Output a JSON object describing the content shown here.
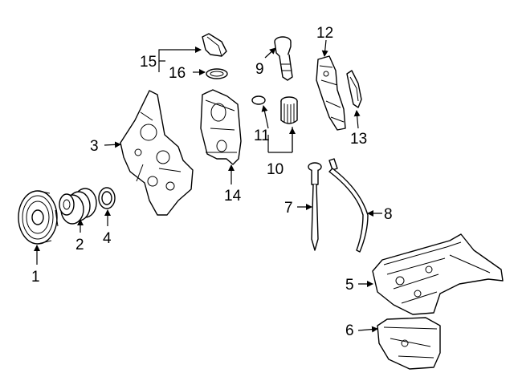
{
  "colors": {
    "line": "#000000",
    "background": "#ffffff"
  },
  "callouts": {
    "c1": "1",
    "c2": "2",
    "c3": "3",
    "c4": "4",
    "c5": "5",
    "c6": "6",
    "c7": "7",
    "c8": "8",
    "c9": "9",
    "c10": "10",
    "c11": "11",
    "c12": "12",
    "c13": "13",
    "c14": "14",
    "c15": "15",
    "c16": "16"
  }
}
